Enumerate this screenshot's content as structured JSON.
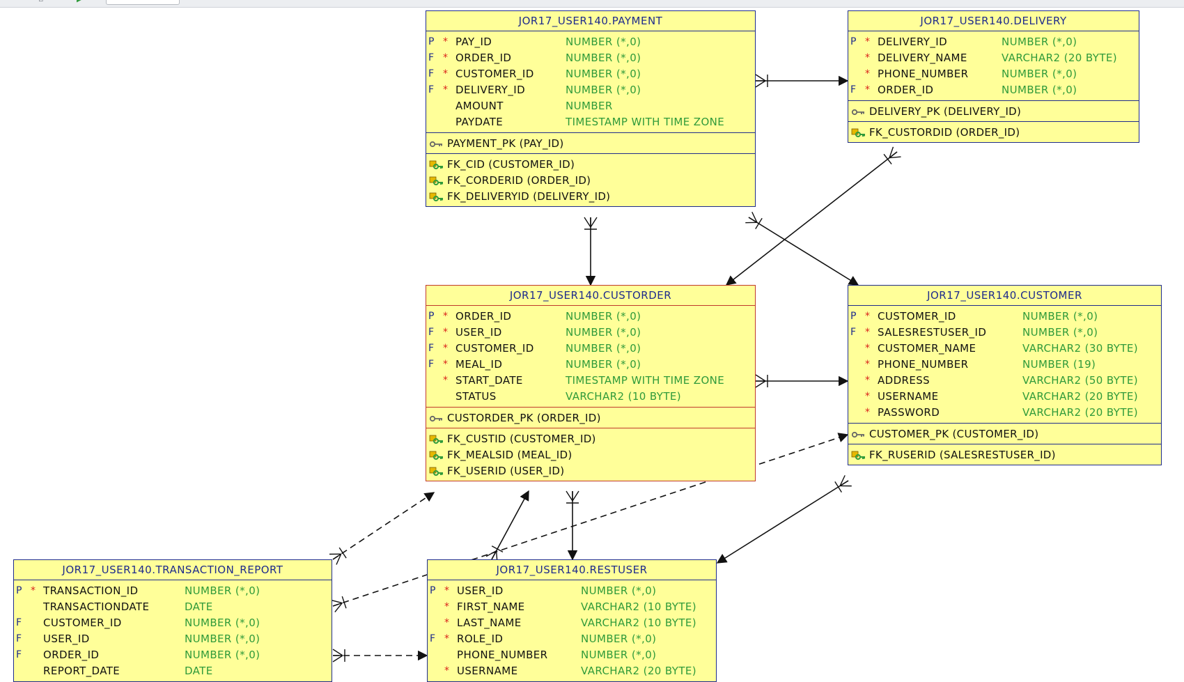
{
  "entities": {
    "payment": {
      "title": "JOR17_USER140.PAYMENT",
      "columns": [
        {
          "key": "P",
          "req": "*",
          "name": "PAY_ID",
          "type": "NUMBER (*,0)"
        },
        {
          "key": "F",
          "req": "*",
          "name": "ORDER_ID",
          "type": "NUMBER (*,0)"
        },
        {
          "key": "F",
          "req": "*",
          "name": "CUSTOMER_ID",
          "type": "NUMBER (*,0)"
        },
        {
          "key": "F",
          "req": "*",
          "name": "DELIVERY_ID",
          "type": "NUMBER (*,0)"
        },
        {
          "key": "",
          "req": "",
          "name": "AMOUNT",
          "type": "NUMBER"
        },
        {
          "key": "",
          "req": "",
          "name": "PAYDATE",
          "type": "TIMESTAMP WITH TIME ZONE"
        }
      ],
      "pk": "PAYMENT_PK (PAY_ID)",
      "fks": [
        "FK_CID (CUSTOMER_ID)",
        "FK_CORDERID (ORDER_ID)",
        "FK_DELIVERYID (DELIVERY_ID)"
      ]
    },
    "delivery": {
      "title": "JOR17_USER140.DELIVERY",
      "columns": [
        {
          "key": "P",
          "req": "*",
          "name": "DELIVERY_ID",
          "type": "NUMBER (*,0)"
        },
        {
          "key": "",
          "req": "*",
          "name": "DELIVERY_NAME",
          "type": "VARCHAR2 (20 BYTE)"
        },
        {
          "key": "",
          "req": "*",
          "name": "PHONE_NUMBER",
          "type": "NUMBER (*,0)"
        },
        {
          "key": "F",
          "req": "*",
          "name": "ORDER_ID",
          "type": "NUMBER (*,0)"
        }
      ],
      "pk": "DELIVERY_PK (DELIVERY_ID)",
      "fks": [
        "FK_CUSTORDID (ORDER_ID)"
      ]
    },
    "custorder": {
      "title": "JOR17_USER140.CUSTORDER",
      "columns": [
        {
          "key": "P",
          "req": "*",
          "name": "ORDER_ID",
          "type": "NUMBER (*,0)"
        },
        {
          "key": "F",
          "req": "*",
          "name": "USER_ID",
          "type": "NUMBER (*,0)"
        },
        {
          "key": "F",
          "req": "*",
          "name": "CUSTOMER_ID",
          "type": "NUMBER (*,0)"
        },
        {
          "key": "F",
          "req": "*",
          "name": "MEAL_ID",
          "type": "NUMBER (*,0)"
        },
        {
          "key": "",
          "req": "*",
          "name": "START_DATE",
          "type": "TIMESTAMP WITH TIME ZONE"
        },
        {
          "key": "",
          "req": "",
          "name": "STATUS",
          "type": "VARCHAR2 (10 BYTE)"
        }
      ],
      "pk": "CUSTORDER_PK (ORDER_ID)",
      "fks": [
        "FK_CUSTID (CUSTOMER_ID)",
        "FK_MEALSID (MEAL_ID)",
        "FK_USERID (USER_ID)"
      ]
    },
    "customer": {
      "title": "JOR17_USER140.CUSTOMER",
      "columns": [
        {
          "key": "P",
          "req": "*",
          "name": "CUSTOMER_ID",
          "type": "NUMBER (*,0)"
        },
        {
          "key": "F",
          "req": "*",
          "name": "SALESRESTUSER_ID",
          "type": "NUMBER (*,0)"
        },
        {
          "key": "",
          "req": "*",
          "name": "CUSTOMER_NAME",
          "type": "VARCHAR2 (30 BYTE)"
        },
        {
          "key": "",
          "req": "*",
          "name": "PHONE_NUMBER",
          "type": "NUMBER (19)"
        },
        {
          "key": "",
          "req": "*",
          "name": "ADDRESS",
          "type": "VARCHAR2 (50 BYTE)"
        },
        {
          "key": "",
          "req": "*",
          "name": "USERNAME",
          "type": "VARCHAR2 (20 BYTE)"
        },
        {
          "key": "",
          "req": "*",
          "name": "PASSWORD",
          "type": "VARCHAR2 (20 BYTE)"
        }
      ],
      "pk": "CUSTOMER_PK (CUSTOMER_ID)",
      "fks": [
        "FK_RUSERID (SALESRESTUSER_ID)"
      ]
    },
    "transaction_report": {
      "title": "JOR17_USER140.TRANSACTION_REPORT",
      "columns": [
        {
          "key": "P",
          "req": "*",
          "name": "TRANSACTION_ID",
          "type": "NUMBER (*,0)"
        },
        {
          "key": "",
          "req": "",
          "name": "TRANSACTIONDATE",
          "type": "DATE"
        },
        {
          "key": "F",
          "req": "",
          "name": "CUSTOMER_ID",
          "type": "NUMBER (*,0)"
        },
        {
          "key": "F",
          "req": "",
          "name": "USER_ID",
          "type": "NUMBER (*,0)"
        },
        {
          "key": "F",
          "req": "",
          "name": "ORDER_ID",
          "type": "NUMBER (*,0)"
        },
        {
          "key": "",
          "req": "",
          "name": "REPORT_DATE",
          "type": "DATE"
        }
      ],
      "pk": "",
      "fks": []
    },
    "restuser": {
      "title": "JOR17_USER140.RESTUSER",
      "columns": [
        {
          "key": "P",
          "req": "*",
          "name": "USER_ID",
          "type": "NUMBER (*,0)"
        },
        {
          "key": "",
          "req": "*",
          "name": "FIRST_NAME",
          "type": "VARCHAR2 (10 BYTE)"
        },
        {
          "key": "",
          "req": "*",
          "name": "LAST_NAME",
          "type": "VARCHAR2 (10 BYTE)"
        },
        {
          "key": "F",
          "req": "*",
          "name": "ROLE_ID",
          "type": "NUMBER (*,0)"
        },
        {
          "key": "",
          "req": "",
          "name": "PHONE_NUMBER",
          "type": "NUMBER (*,0)"
        },
        {
          "key": "",
          "req": "*",
          "name": "USERNAME",
          "type": "VARCHAR2 (20 BYTE)"
        }
      ],
      "pk": "",
      "fks": []
    }
  },
  "colors": {
    "entity_fill": "#ffff99",
    "entity_border": "#1e2b8c",
    "selected_border": "#c0392b",
    "column_type": "#2f9a3a",
    "required_marker": "#d9241b",
    "link_line": "#111111"
  },
  "icons": {
    "pk": "pk-key-icon",
    "fk": "fk-key-icon"
  }
}
